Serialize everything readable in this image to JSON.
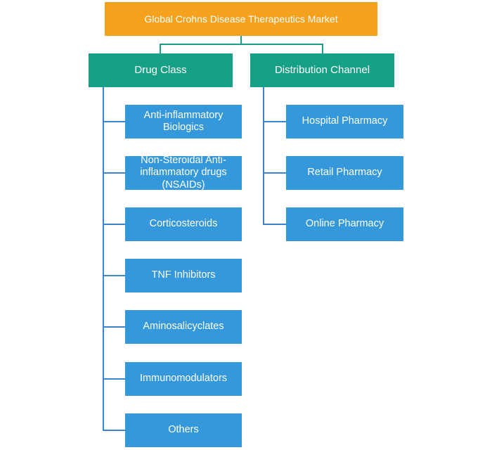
{
  "title": "Global Crohns Disease Therapeutics Market",
  "colors": {
    "root": "#f4a21e",
    "category": "#16a085",
    "leaf": "#3498db",
    "connector": "#16a085",
    "branch": "#3a85d6"
  },
  "categories": [
    {
      "label": "Drug Class",
      "items": [
        "Anti-inflammatory Biologics",
        "Non-Steroidal Anti-inflammatory drugs (NSAIDs)",
        "Corticosteroids",
        "TNF Inhibitors",
        "Aminosalicyclates",
        "Immunomodulators",
        "Others"
      ]
    },
    {
      "label": "Distribution Channel",
      "items": [
        "Hospital Pharmacy",
        "Retail Pharmacy",
        "Online Pharmacy"
      ]
    }
  ]
}
